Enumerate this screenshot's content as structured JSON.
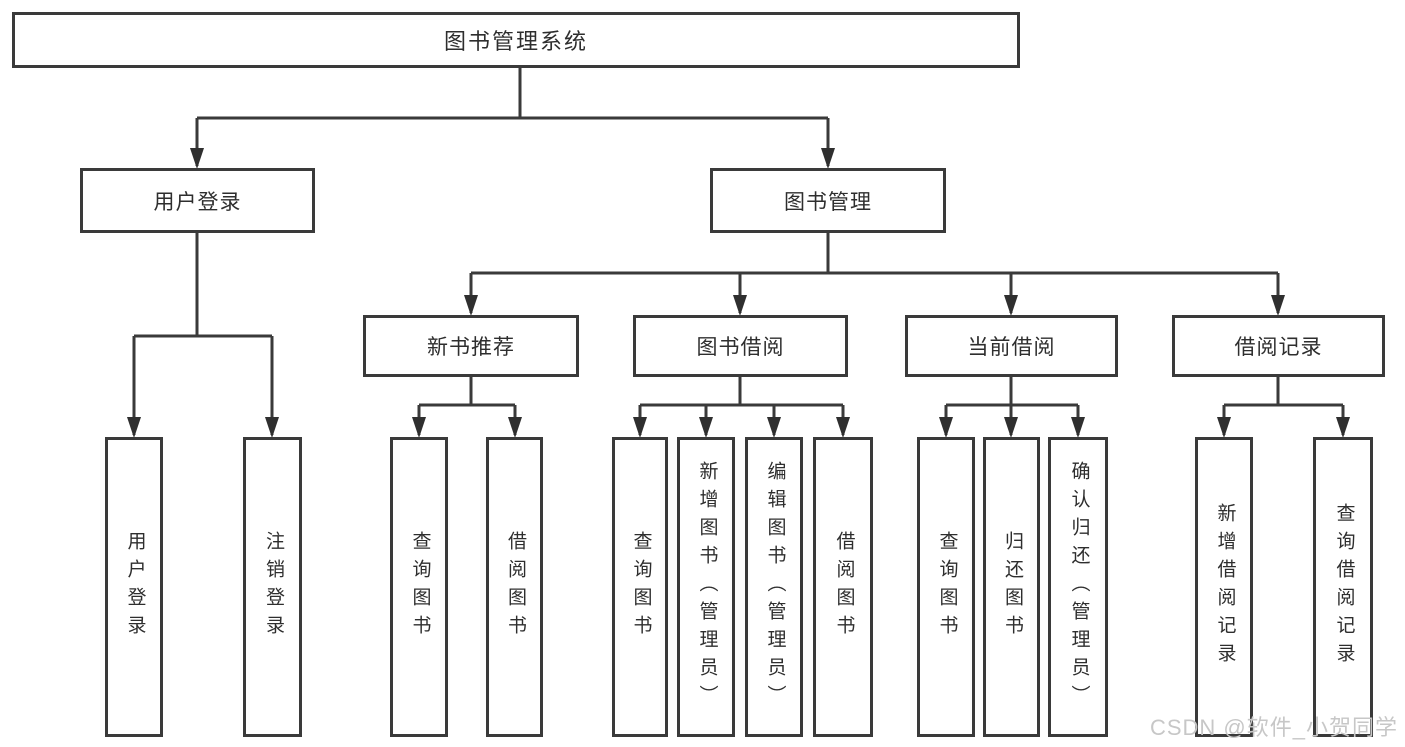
{
  "diagram": {
    "nodes": {
      "root": "图书管理系统",
      "user_login": "用户登录",
      "book_mgmt": "图书管理",
      "new_book": "新书推荐",
      "book_borrow": "图书借阅",
      "current_borrow": "当前借阅",
      "borrow_record": "借阅记录",
      "leaves": {
        "user_login": [
          "用户登录",
          "注销登录"
        ],
        "new_book": [
          "查询图书",
          "借阅图书"
        ],
        "book_borrow": [
          "查询图书",
          "新增图书（管理员）",
          "编辑图书（管理员）",
          "借阅图书"
        ],
        "current_borrow": [
          "查询图书",
          "归还图书",
          "确认归还（管理员）"
        ],
        "borrow_record": [
          "新增借阅记录",
          "查询借阅记录"
        ]
      }
    }
  },
  "watermark": {
    "text": "CSDN @软件_小贺同学"
  },
  "colors": {
    "line": "#3a3a3a",
    "arrow": "#2f2f2f",
    "text": "#2e2e2e",
    "watermark": "#c7c7c7",
    "background": "#ffffff"
  }
}
